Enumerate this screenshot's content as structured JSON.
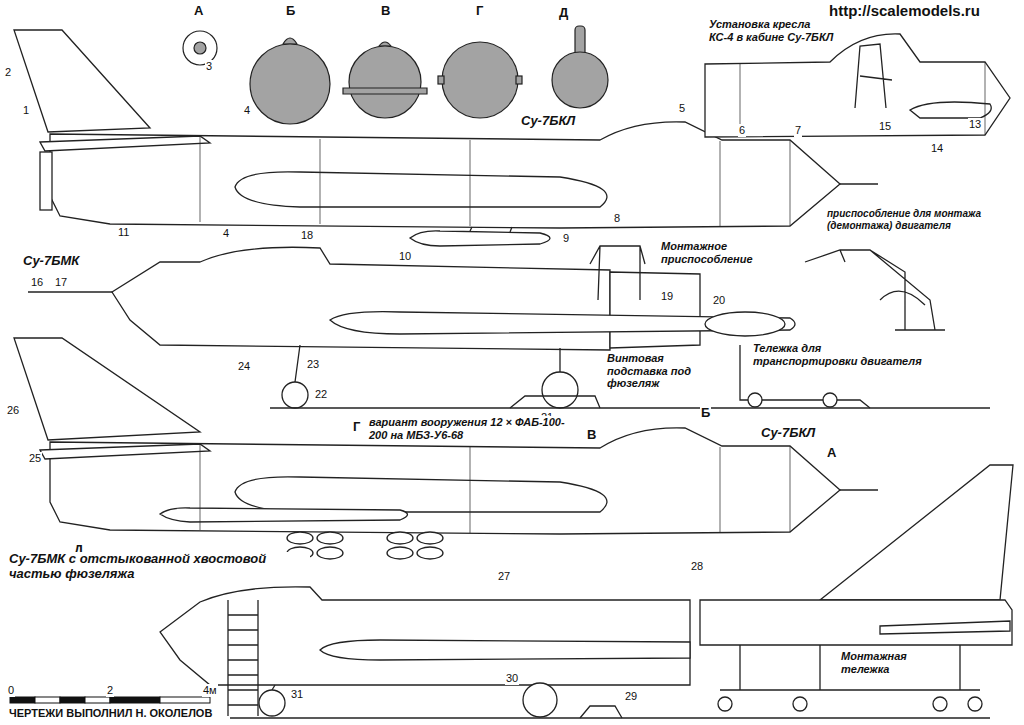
{
  "diagram": {
    "labels": [
      "http://scalemodels.ru",
      "А",
      "Б",
      "В",
      "Г",
      "Д",
      "Установка кресла КС-4 в кабине Су-7БКЛ",
      "1",
      "2",
      "3",
      "4",
      "Су-7БКЛ",
      "5",
      "6",
      "7",
      "8",
      "9",
      "10",
      "4",
      "11",
      "13",
      "14",
      "15",
      "приспособление для монтажа (демонтажа) двигателя",
      "18",
      "Су-7БМК",
      "Монтажное приспособление",
      "16",
      "17",
      "19",
      "20",
      "Винтовая подставка под фюзеляж",
      "Тележка для транспортировки двигателя",
      "24",
      "23",
      "22",
      "21",
      "26",
      "25",
      "Г",
      "вариант вооружения 12 × ФАБ-100-200 на МБЗ-У6-68",
      "В",
      "Б",
      "Су-7БКЛ",
      "А",
      "Д",
      "Су-7БМК с отстыкованной хвостовой частью фюзеляжа",
      "27",
      "28",
      "31",
      "30",
      "29",
      "Монтажная тележка",
      "0",
      "2",
      "4м",
      "ЧЕРТЕЖИ ВЫПОЛНИЛ Н. ОКОЛЕЛОВ"
    ]
  }
}
